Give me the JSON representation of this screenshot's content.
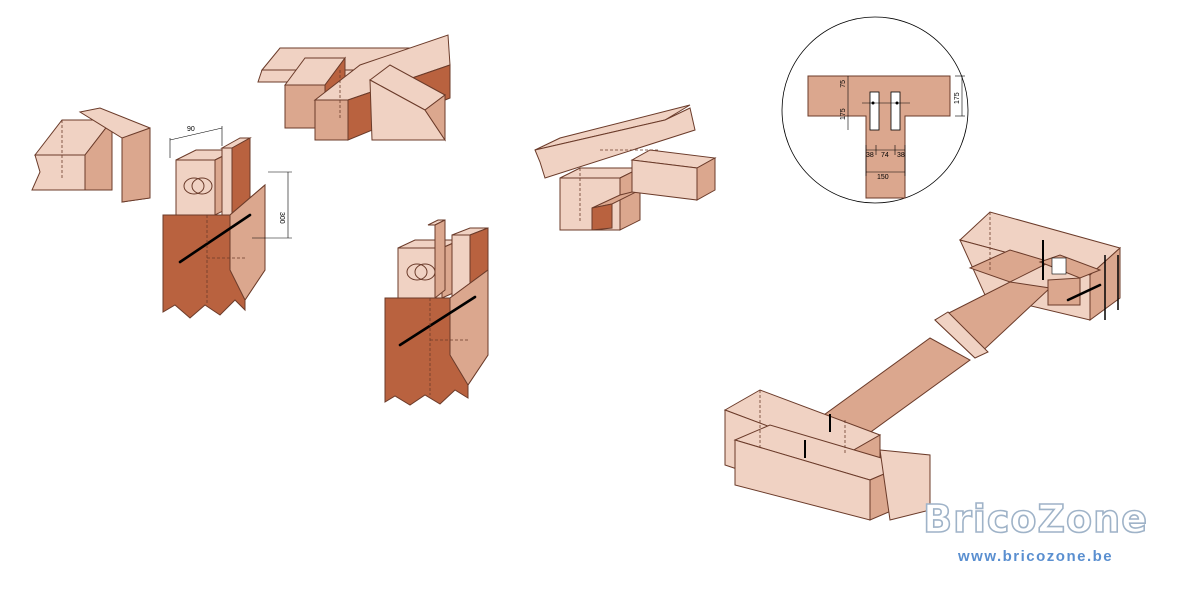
{
  "colors": {
    "wood_light": "#f0d2c3",
    "wood_mid": "#dba78e",
    "wood_dark": "#b9623f",
    "edge": "#6b3b2a",
    "brand_outline": "#9fb3c8",
    "brand_url": "#5a8fd0"
  },
  "dimensions": {
    "tenon_width": "90",
    "tenon_height": "300",
    "detail_top": "75",
    "detail_beam": "175",
    "detail_mortise": "175",
    "detail_side_left": "38",
    "detail_center": "74",
    "detail_side_right": "38",
    "detail_post_width": "150"
  },
  "watermark": {
    "name": "BricoZone",
    "url": "www.bricozone.be"
  }
}
